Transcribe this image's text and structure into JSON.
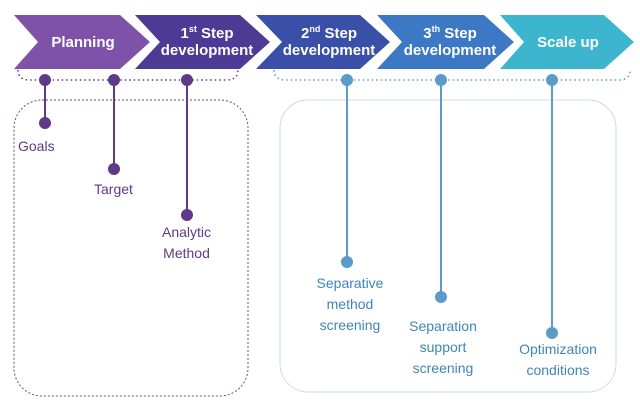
{
  "steps": [
    {
      "pre": "",
      "sup": "",
      "post": "Planning",
      "line2": "",
      "color": "#7d52a8"
    },
    {
      "pre": "1",
      "sup": "st",
      "post": " Step",
      "line2": "development",
      "color": "#4c3a94"
    },
    {
      "pre": "2",
      "sup": "nd",
      "post": " Step",
      "line2": "development",
      "color": "#3a4fa8"
    },
    {
      "pre": "3",
      "sup": "th",
      "post": " Step",
      "line2": "development",
      "color": "#3d78c4"
    },
    {
      "pre": "",
      "sup": "",
      "post": "Scale up",
      "line2": "",
      "color": "#3db5cf"
    }
  ],
  "left_items": [
    {
      "line1": "Goals",
      "line2": ""
    },
    {
      "line1": "Target",
      "line2": ""
    },
    {
      "line1": "Analytic",
      "line2": "Method"
    }
  ],
  "right_items": [
    {
      "line1": "Separative",
      "line2": "method",
      "line3": "screening"
    },
    {
      "line1": "Separation",
      "line2": "support",
      "line3": "screening"
    },
    {
      "line1": "Optimization",
      "line2": "conditions",
      "line3": ""
    }
  ],
  "colors": {
    "purple": "#5e3a87",
    "blue": "#5b9bc8"
  }
}
